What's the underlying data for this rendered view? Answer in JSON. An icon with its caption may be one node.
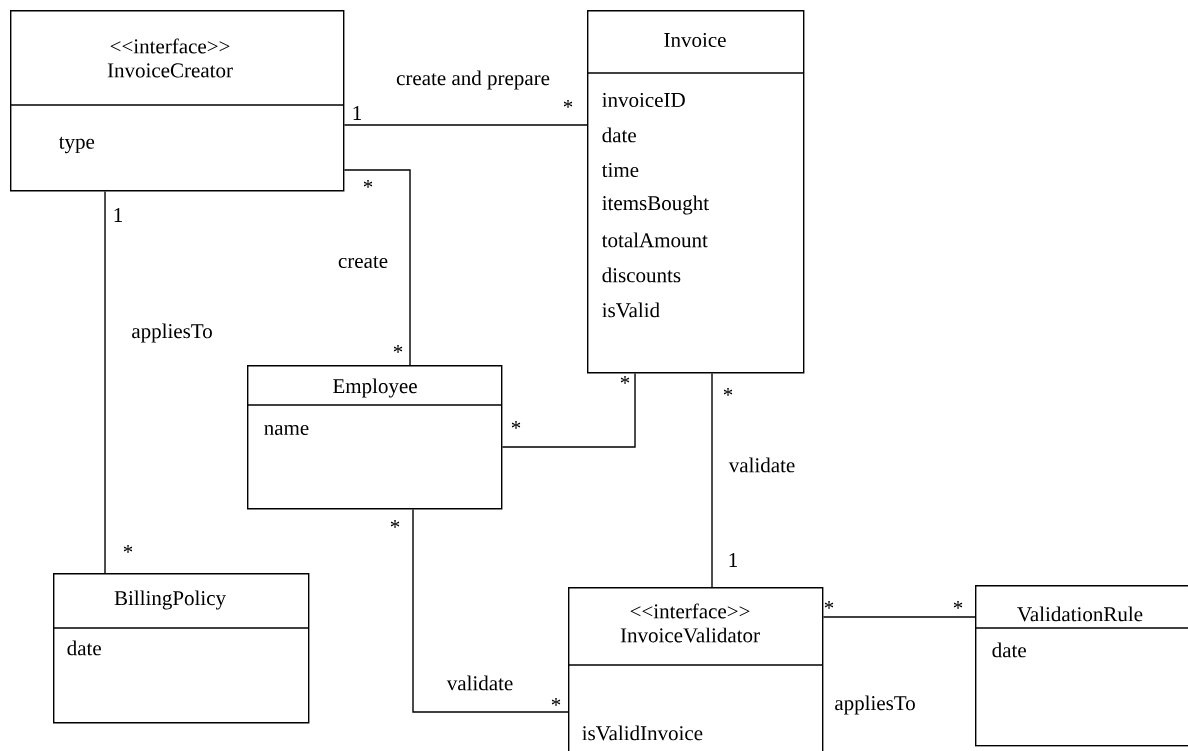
{
  "diagram": {
    "nodes": [
      {
        "text": [
          "<<interface>> InvoiceCreator",
          "type"
        ]
      },
      {
        "text": [
          "Invoice",
          "invoiceID",
          "date",
          "time",
          "itemsBought",
          "totalAmount",
          "discounts",
          "isValid"
        ]
      },
      {
        "text": [
          "Employee",
          "name"
        ]
      },
      {
        "text": [
          "BillingPolicy",
          "date"
        ]
      },
      {
        "text": [
          "<<interface>> InvoiceValidator",
          "isValidInvoice"
        ]
      },
      {
        "text": [
          "ValidationRule",
          "date"
        ]
      }
    ],
    "edges": [
      {
        "from": 0,
        "to": 1,
        "arrow": "none",
        "label": "create and prepare"
      },
      {
        "from": 0,
        "to": 2,
        "arrow": "none",
        "label": "create"
      },
      {
        "from": 0,
        "to": 3,
        "arrow": "none",
        "label": "appliesTo"
      },
      {
        "from": 2,
        "to": 1,
        "arrow": "none"
      },
      {
        "from": 1,
        "to": 4,
        "arrow": "none",
        "label": "validate"
      },
      {
        "from": 2,
        "to": 4,
        "arrow": "none",
        "label": "validate"
      },
      {
        "from": 4,
        "to": 5,
        "arrow": "none",
        "label": "appliesTo"
      }
    ],
    "labels": [
      "1",
      "*",
      "*",
      "1",
      "*",
      "*",
      "*",
      "*",
      "*",
      "*",
      "1",
      "*",
      "*",
      "*"
    ]
  }
}
